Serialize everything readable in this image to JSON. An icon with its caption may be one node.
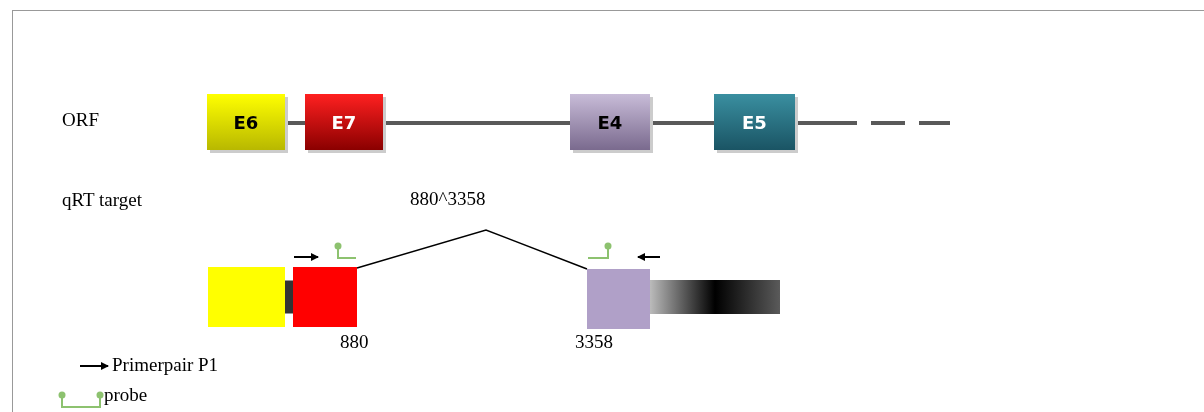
{
  "diagram": {
    "nodes": [
      {
        "text": [
          "E6"
        ]
      },
      {
        "text": [
          "E7"
        ]
      },
      {
        "text": [
          "E4"
        ]
      },
      {
        "text": [
          "E5"
        ]
      },
      {
        "text": [],
        "shape": "box"
      },
      {
        "text": [],
        "shape": "box"
      },
      {
        "text": [],
        "shape": "box"
      },
      {
        "text": [],
        "shape": "bar"
      }
    ],
    "edges": [
      {
        "from": 0,
        "to": 1,
        "arrow": "none"
      },
      {
        "from": 1,
        "to": 2,
        "arrow": "none"
      },
      {
        "from": 2,
        "to": 3,
        "arrow": "none"
      },
      {
        "from": 3,
        "to": null,
        "arrow": "none",
        "style": "dashed"
      },
      {
        "from": 4,
        "to": 5,
        "arrow": "none",
        "style": "thick"
      },
      {
        "from": 5,
        "to": 6,
        "arrow": "none",
        "label": "880^3358",
        "color": "#000000"
      }
    ],
    "labels": [
      "ORF",
      "qRT target",
      "880",
      "3358"
    ],
    "legend": [
      {
        "text": "Primerpair P1"
      },
      {
        "text": "probe"
      }
    ]
  }
}
